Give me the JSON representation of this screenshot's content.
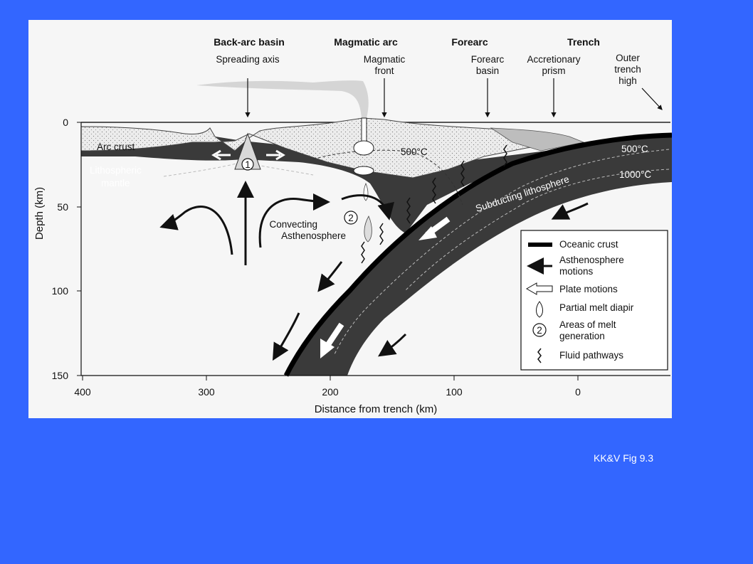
{
  "figure": {
    "headers": {
      "back_arc_basin": "Back-arc basin",
      "magmatic_arc": "Magmatic arc",
      "forearc": "Forearc",
      "trench": "Trench"
    },
    "top_labels": {
      "spreading_axis": "Spreading axis",
      "magmatic_front": [
        "Magmatic",
        "front"
      ],
      "forearc_basin": [
        "Forearc",
        "basin"
      ],
      "accretionary_prism": [
        "Accretionary",
        "prism"
      ],
      "outer_trench_high": [
        "Outer",
        "trench",
        "high"
      ]
    },
    "body_labels": {
      "arc_crust": "Arc crust",
      "lithospheric_mantle": [
        "Lithospheric",
        "mantle"
      ],
      "convecting_asthenosphere": [
        "Convecting",
        "Asthenosphere"
      ],
      "subducting_lithosphere": "Subducting lithosphere",
      "isotherm_500_arc": "500°C",
      "isotherm_500_slab": "500°C",
      "isotherm_1000_slab": "1000°C",
      "melt_zone_1": "1",
      "melt_zone_2": "2"
    },
    "axes": {
      "y_title": "Depth (km)",
      "y_ticks": [
        "0",
        "50",
        "100",
        "150"
      ],
      "x_title": "Distance from trench (km)",
      "x_ticks": [
        "400",
        "300",
        "200",
        "100",
        "0"
      ]
    },
    "legend": {
      "oceanic_crust": "Oceanic crust",
      "asthenosphere_motions": [
        "Asthenosphere",
        "motions"
      ],
      "plate_motions": "Plate motions",
      "partial_melt_diapir": "Partial melt diapir",
      "areas_of_melt_generation": [
        "Areas of melt",
        "generation"
      ],
      "melt_symbol": "2",
      "fluid_pathways": "Fluid pathways"
    }
  },
  "caption": "KK&V Fig 9.3",
  "colors": {
    "background": "#3366ff",
    "figure_bg": "#f6f6f6",
    "dark_rock": "#3a3a3a",
    "crust_light": "#e4e4e4"
  }
}
